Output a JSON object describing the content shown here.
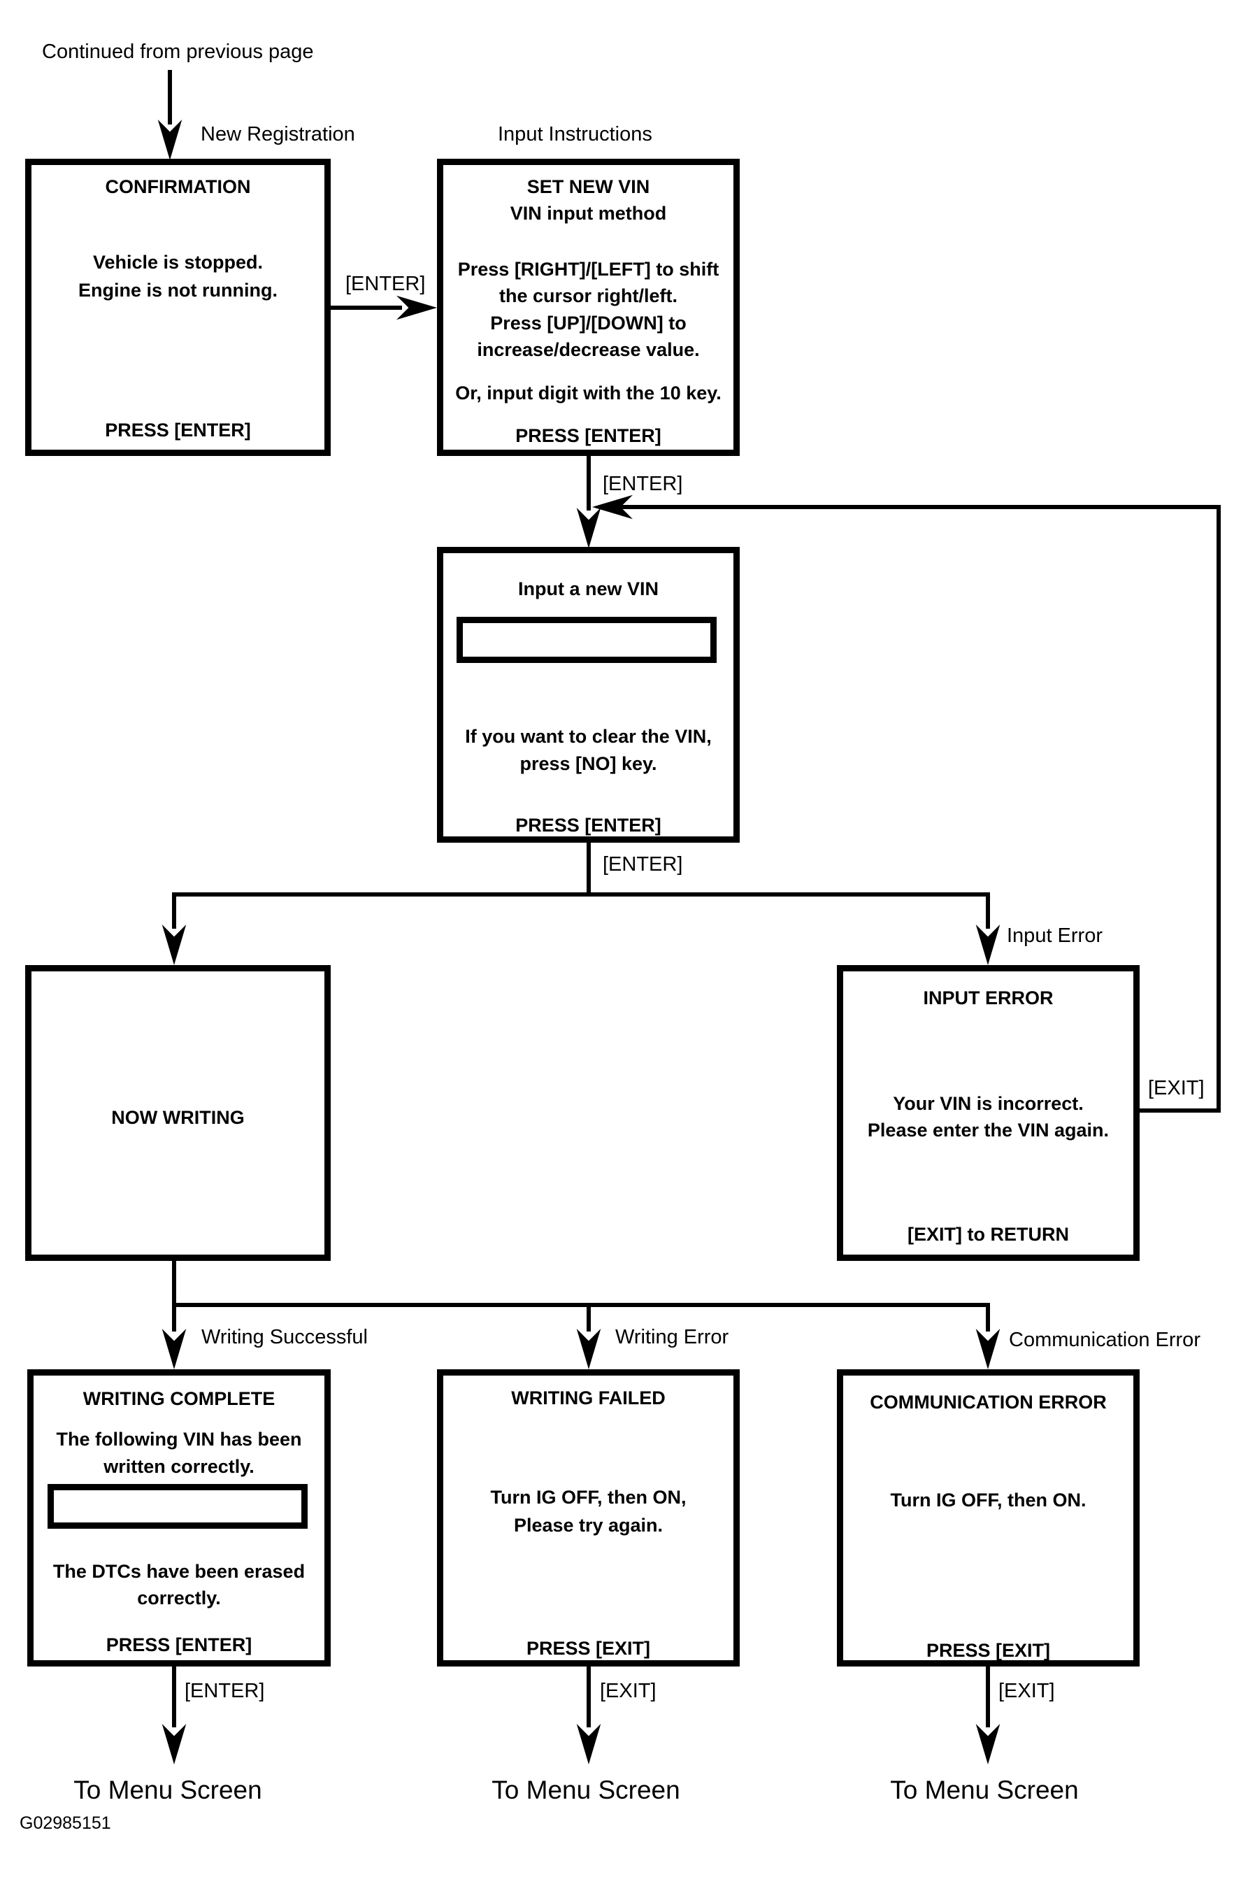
{
  "page": {
    "continued_label": "Continued from previous page",
    "figure_code": "G02985151"
  },
  "flow_labels": {
    "new_registration": "New Registration",
    "input_instructions": "Input Instructions",
    "input_error": "Input Error",
    "writing_successful": "Writing Successful",
    "writing_error": "Writing Error",
    "communication_error": "Communication Error"
  },
  "edge_labels": {
    "enter_confirmation_to_instructions": "[ENTER]",
    "enter_instructions_to_input": "[ENTER]",
    "enter_input_to_branch": "[ENTER]",
    "enter_writing_complete": "[ENTER]",
    "exit_input_error_return": "[EXIT]",
    "exit_writing_failed": "[EXIT]",
    "exit_communication_error": "[EXIT]"
  },
  "boxes": {
    "confirmation": {
      "title": "CONFIRMATION",
      "body": [
        "Vehicle is stopped.",
        "Engine is not running."
      ],
      "footer": "PRESS [ENTER]"
    },
    "set_new_vin": {
      "title": "SET NEW VIN",
      "subtitle": "VIN input method",
      "body": [
        "Press [RIGHT]/[LEFT] to shift",
        "the cursor right/left.",
        "Press [UP]/[DOWN] to",
        "increase/decrease value."
      ],
      "body2": "Or, input digit with the 10 key.",
      "footer": "PRESS [ENTER]"
    },
    "input_new_vin": {
      "title": "Input a new VIN",
      "vin_field_value": "",
      "body": [
        "If you want to clear the VIN,",
        "press [NO] key."
      ],
      "footer": "PRESS [ENTER]"
    },
    "now_writing": {
      "title": "NOW WRITING"
    },
    "input_error": {
      "title": "INPUT ERROR",
      "body": [
        "Your VIN is incorrect.",
        "Please enter the VIN again."
      ],
      "footer": "[EXIT] to RETURN"
    },
    "writing_complete": {
      "title": "WRITING COMPLETE",
      "body": [
        "The following VIN has been",
        "written correctly."
      ],
      "vin_field_value": "",
      "body2": [
        "The DTCs have been erased",
        "correctly."
      ],
      "footer": "PRESS [ENTER]"
    },
    "writing_failed": {
      "title": "WRITING FAILED",
      "body": [
        "Turn IG OFF, then ON,",
        "Please try again."
      ],
      "footer": "PRESS [EXIT]"
    },
    "communication_error": {
      "title": "COMMUNICATION ERROR",
      "body": [
        "Turn IG OFF, then ON."
      ],
      "footer": "PRESS [EXIT]"
    }
  },
  "bottom": {
    "to_menu_1": "To Menu Screen",
    "to_menu_2": "To Menu Screen",
    "to_menu_3": "To Menu Screen"
  },
  "colors": {
    "ink": "#000000",
    "paper": "#ffffff"
  }
}
